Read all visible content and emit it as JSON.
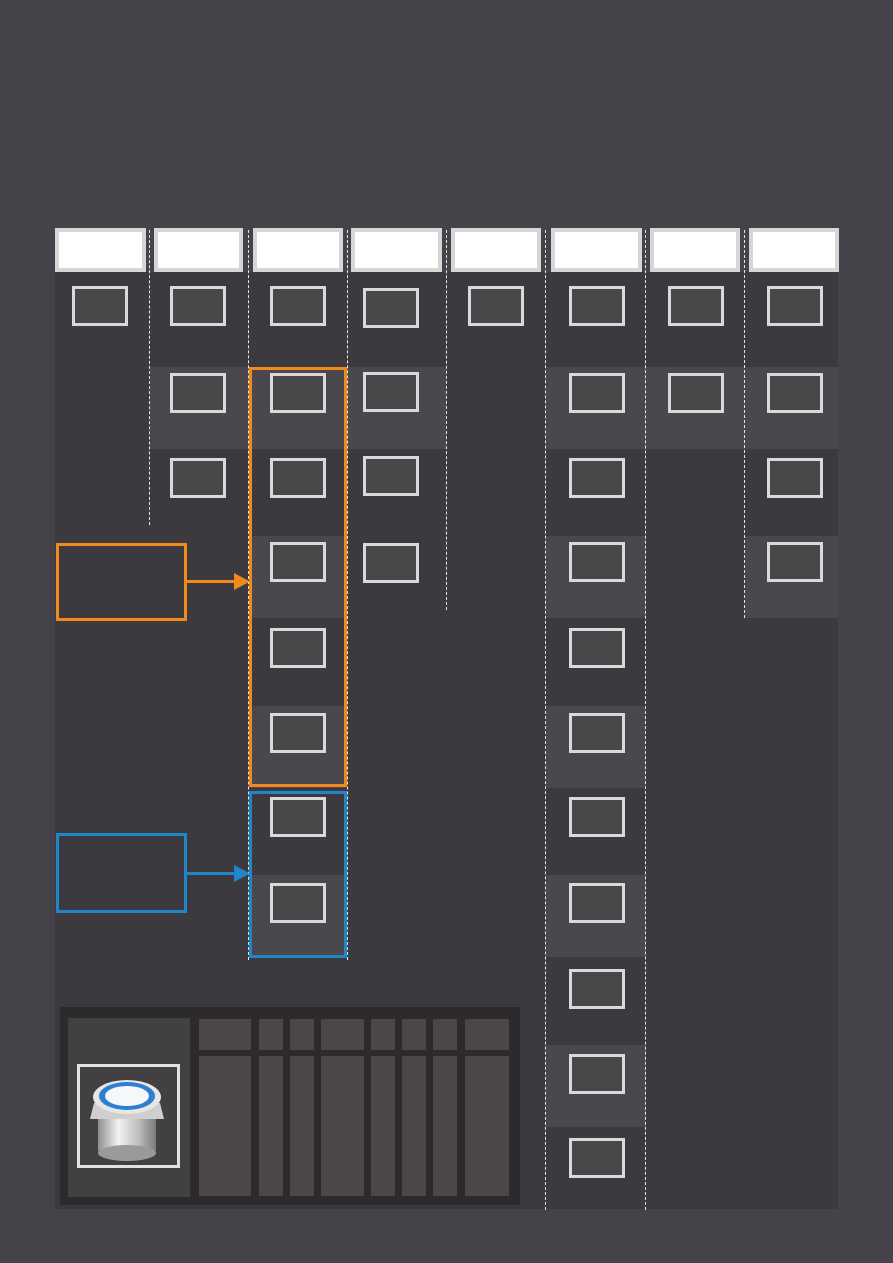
{
  "colors": {
    "background": "#454349",
    "grid": "#3c3a3f",
    "stripe": "#4a484d",
    "slot_border": "#d9d9d9",
    "header": "#ffffff",
    "highlight_orange": "#f08a1c",
    "highlight_blue": "#1f86c9"
  },
  "columns": [
    {
      "slots": 1
    },
    {
      "slots": 3
    },
    {
      "slots": 8
    },
    {
      "slots": 4
    },
    {
      "slots": 1
    },
    {
      "slots": 11
    },
    {
      "slots": 2
    },
    {
      "slots": 4
    }
  ],
  "icons": {
    "container_item": "container-canister-icon"
  }
}
